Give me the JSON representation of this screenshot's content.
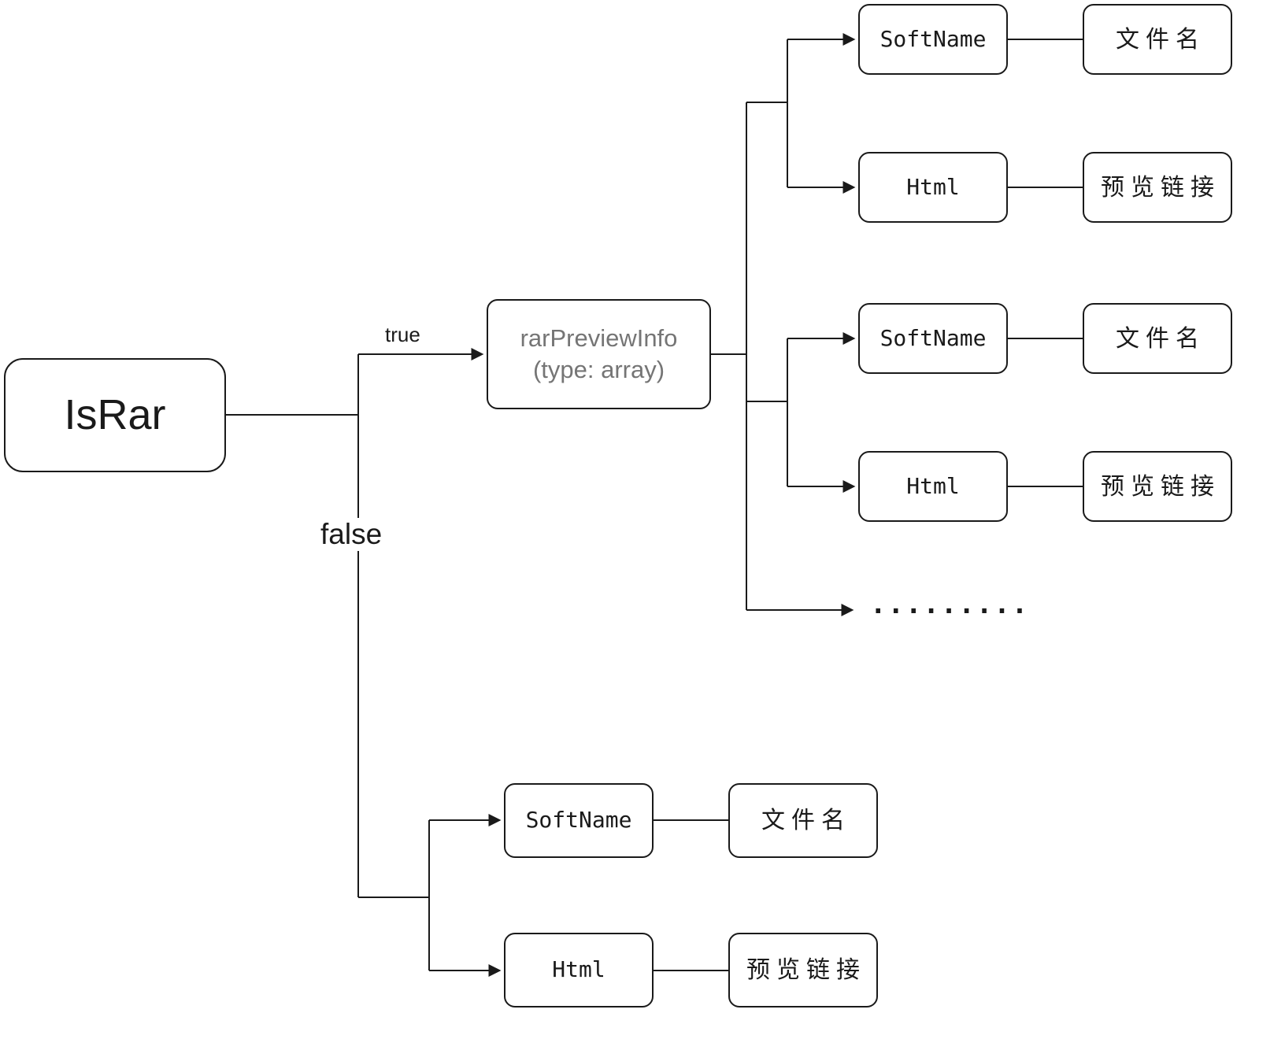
{
  "diagram": {
    "root": {
      "label": "IsRar"
    },
    "true_label": "true",
    "false_label": "false",
    "array_node": {
      "title": "rarPreviewInfo",
      "subtitle": "(type: array)"
    },
    "true_branch": {
      "items": [
        {
          "field": "SoftName",
          "meaning": "文件名"
        },
        {
          "field": "Html",
          "meaning": "预览链接"
        },
        {
          "field": "SoftName",
          "meaning": "文件名"
        },
        {
          "field": "Html",
          "meaning": "预览链接"
        }
      ],
      "ellipsis": "........."
    },
    "false_branch": {
      "items": [
        {
          "field": "SoftName",
          "meaning": "文件名"
        },
        {
          "field": "Html",
          "meaning": "预览链接"
        }
      ]
    },
    "colors": {
      "stroke": "#1a1a1a",
      "muted_text": "#757575",
      "background": "#ffffff"
    }
  }
}
